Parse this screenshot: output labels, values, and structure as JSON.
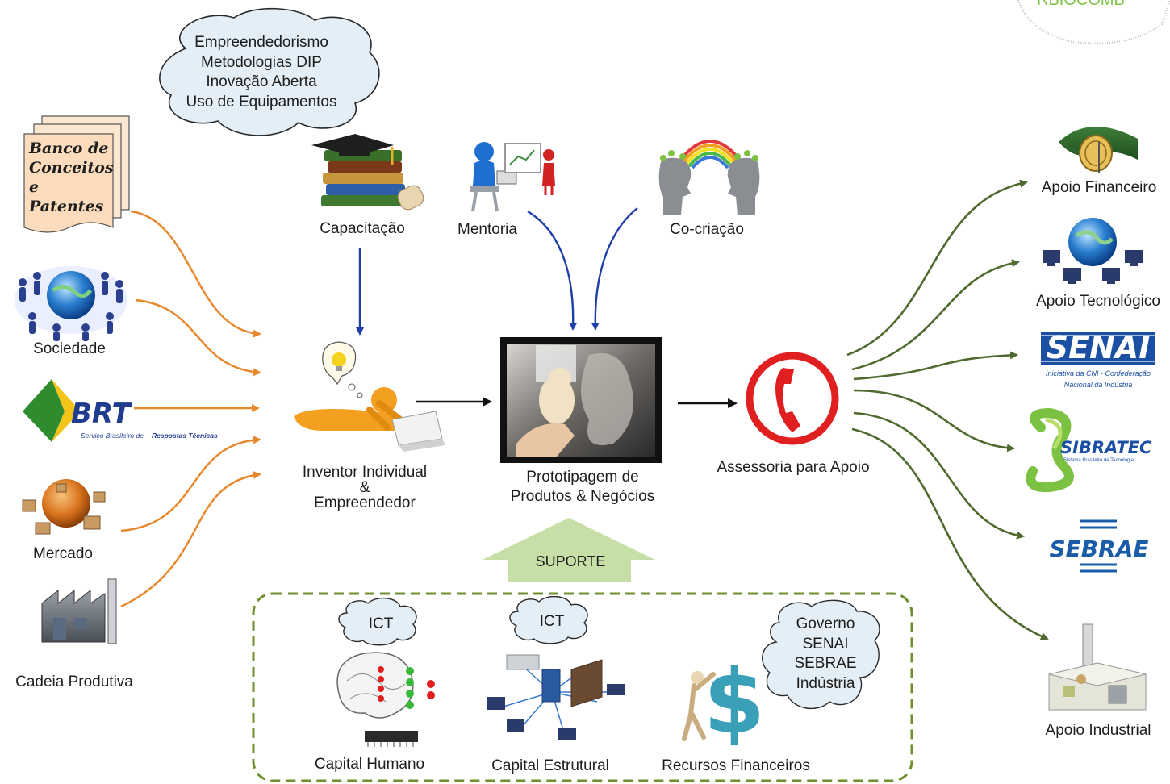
{
  "corner_logo": "RBIOCOMB",
  "cloud_top": {
    "lines": [
      "Empreendedorismo",
      "Metodologias DIP",
      "Inovação Aberta",
      "Uso de Equipamentos"
    ]
  },
  "sources": {
    "banco": [
      "Banco de",
      "Conceitos",
      "e Patentes"
    ],
    "sociedade": "Sociedade",
    "brt_logo": "BRT",
    "brt_tagline_prefix": "Serviço Brasileiro de",
    "brt_tagline_bold": "Respostas Técnicas",
    "mercado": "Mercado",
    "cadeia": "Cadeia Produtiva"
  },
  "inputs": {
    "capacitacao": "Capacitação",
    "mentoria": "Mentoria",
    "cocriacao": "Co-criação"
  },
  "center": {
    "inventor_line1": "Inventor Individual",
    "inventor_line2": "&",
    "inventor_line3": "Empreendedor",
    "prototipagem_line1": "Prototipagem de",
    "prototipagem_line2": "Produtos & Negócios",
    "assessoria": "Assessoria para Apoio"
  },
  "suporte": {
    "label": "SUPORTE",
    "ict1": "ICT",
    "ict2": "ICT",
    "capital_humano": "Capital Humano",
    "capital_estrutural": "Capital Estrutural",
    "recursos": "Recursos Financeiros",
    "governo_cloud": [
      "Governo",
      "SENAI",
      "SEBRAE",
      "Indústria"
    ]
  },
  "outputs": {
    "apoio_financeiro": "Apoio Financeiro",
    "apoio_tecnologico": "Apoio Tecnológico",
    "senai_logo": "SENAI",
    "senai_tagline": [
      "Iniciativa da CNI - Confederação",
      "Nacional da Indústria"
    ],
    "sibratec_logo": "SIBRATEC",
    "sibratec_tagline": "Sistema Brasileiro de Tecnologia",
    "sebrae_logo": "SEBRAE",
    "apoio_industrial": "Apoio Industrial"
  },
  "colors": {
    "orange_arrow": "#e8862a",
    "blue_arrow": "#1f3fa8",
    "green_arrow": "#4e6a2e",
    "dashed_border": "#6f8f2f",
    "suporte_arrow": "#c6dfa7",
    "phone_red": "#e02020",
    "senai_blue": "#1b4fa3",
    "sebrae_blue": "#1a5ca8",
    "sibratec_green": "#7cc242",
    "brt_green": "#2e8b2e",
    "brt_yellow": "#f2c318"
  }
}
